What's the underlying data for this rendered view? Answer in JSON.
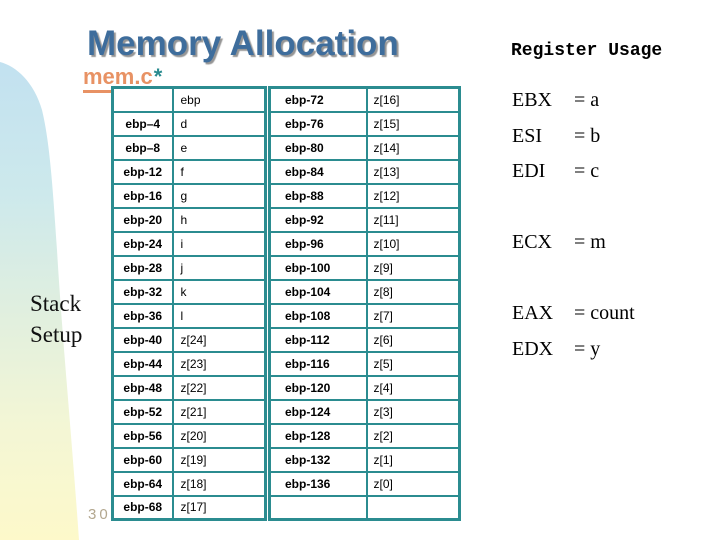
{
  "slide": {
    "title": "Memory Allocation",
    "subtitle": {
      "file": "mem.c",
      "marker": "*"
    },
    "side_label": {
      "line1": "Stack",
      "line2": "Setup"
    },
    "page_number": "30"
  },
  "register_usage": {
    "heading": "Register Usage",
    "rows": [
      {
        "name": "EBX",
        "value": "= a"
      },
      {
        "name": "ESI",
        "value": "= b"
      },
      {
        "name": "EDI",
        "value": "= c"
      },
      {
        "name": "",
        "value": ""
      },
      {
        "name": "ECX",
        "value": "= m"
      },
      {
        "name": "",
        "value": ""
      },
      {
        "name": "EAX",
        "value": "= count"
      },
      {
        "name": "EDX",
        "value": "= y"
      }
    ]
  },
  "stack_table": {
    "left_rows": [
      [
        "",
        "ebp"
      ],
      [
        "ebp–4",
        "d"
      ],
      [
        "ebp–8",
        "e"
      ],
      [
        "ebp-12",
        "f"
      ],
      [
        "ebp-16",
        "g"
      ],
      [
        "ebp-20",
        "h"
      ],
      [
        "ebp-24",
        "i"
      ],
      [
        "ebp-28",
        "j"
      ],
      [
        "ebp-32",
        "k"
      ],
      [
        "ebp-36",
        "l"
      ],
      [
        "ebp-40",
        "z[24]"
      ],
      [
        "ebp-44",
        "z[23]"
      ],
      [
        "ebp-48",
        "z[22]"
      ],
      [
        "ebp-52",
        "z[21]"
      ],
      [
        "ebp-56",
        "z[20]"
      ],
      [
        "ebp-60",
        "z[19]"
      ],
      [
        "ebp-64",
        "z[18]"
      ],
      [
        "ebp-68",
        "z[17]"
      ]
    ],
    "right_rows": [
      [
        "ebp-72",
        "z[16]"
      ],
      [
        "ebp-76",
        "z[15]"
      ],
      [
        "ebp-80",
        "z[14]"
      ],
      [
        "ebp-84",
        "z[13]"
      ],
      [
        "ebp-88",
        "z[12]"
      ],
      [
        "ebp-92",
        "z[11]"
      ],
      [
        "ebp-96",
        "z[10]"
      ],
      [
        "ebp-100",
        "z[9]"
      ],
      [
        "ebp-104",
        "z[8]"
      ],
      [
        "ebp-108",
        "z[7]"
      ],
      [
        "ebp-112",
        "z[6]"
      ],
      [
        "ebp-116",
        "z[5]"
      ],
      [
        "ebp-120",
        "z[4]"
      ],
      [
        "ebp-124",
        "z[3]"
      ],
      [
        "ebp-128",
        "z[2]"
      ],
      [
        "ebp-132",
        "z[1]"
      ],
      [
        "ebp-136",
        "z[0]"
      ],
      [
        "",
        ""
      ]
    ]
  },
  "colors": {
    "accent_teal": "#2b8c90",
    "title_blue": "#3e6d9c",
    "subtitle_orange": "#e89264",
    "blob_top_blue": "#c2e1f0",
    "blob_bottom_yellow": "#fdf9ca",
    "page_number_gray": "#b3a78f"
  }
}
